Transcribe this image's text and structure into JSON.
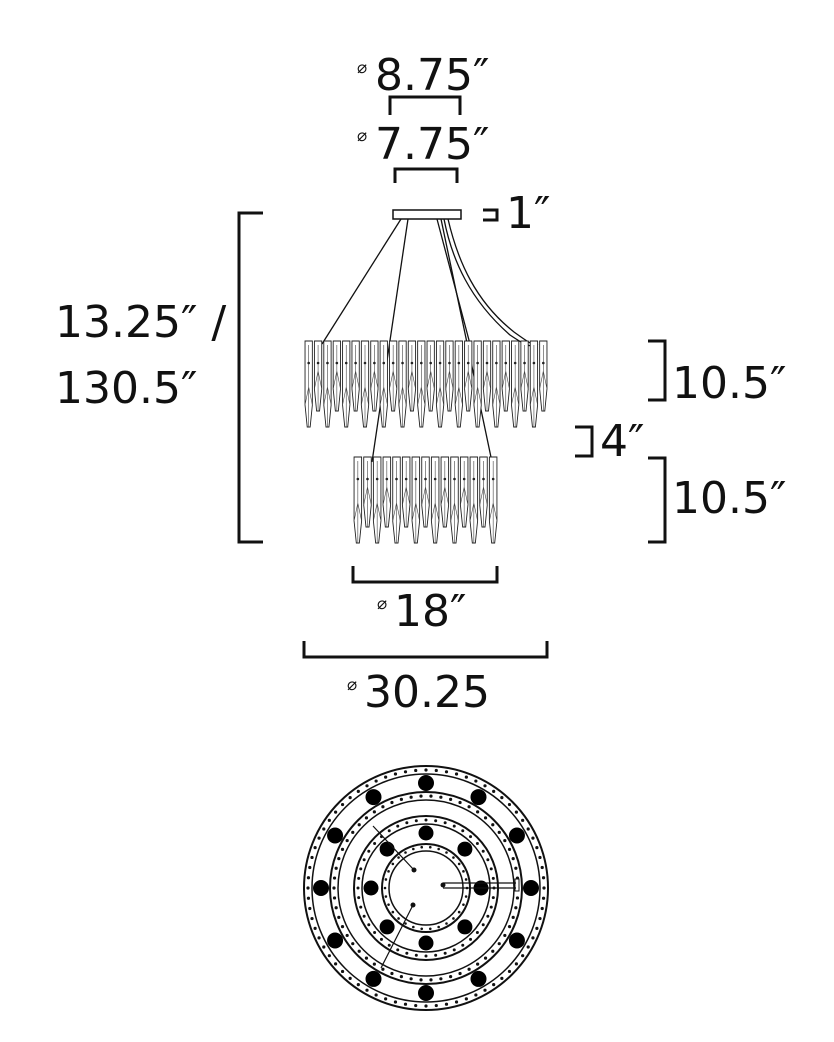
{
  "dimensions": {
    "canopy_outer_diameter": {
      "symbol": "⌀",
      "value": "8.75″"
    },
    "canopy_inner_diameter": {
      "symbol": "⌀",
      "value": "7.75″"
    },
    "canopy_height": "1″",
    "overall_height_line1": "13.25″ /",
    "overall_height_line2": "130.5″",
    "upper_tier_height": "10.5″",
    "tier_gap": "4″",
    "lower_tier_height": "10.5″",
    "lower_tier_diameter": {
      "symbol": "⌀",
      "value": "18″"
    },
    "upper_tier_diameter": {
      "symbol": "⌀",
      "value": "30.25"
    }
  },
  "colors": {
    "line": "#111111",
    "background": "#ffffff"
  },
  "views": [
    "side-elevation",
    "top-plan"
  ]
}
